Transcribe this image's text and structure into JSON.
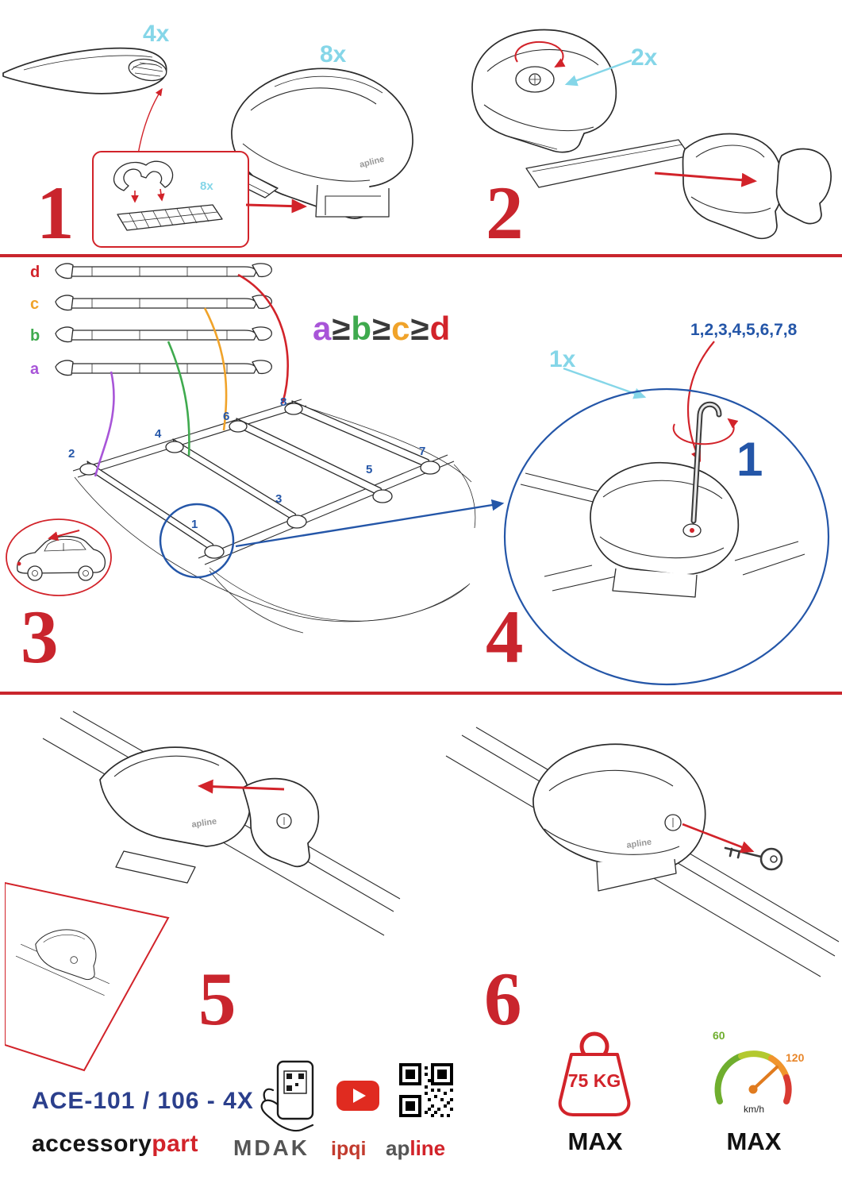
{
  "colors": {
    "red": "#c9252d",
    "cyan": "#85d6e8",
    "blue": "#2456a8",
    "purple": "#a855d8",
    "green": "#3faa4e",
    "orange": "#f0a32a"
  },
  "labels": {
    "foot_logo": "apline"
  },
  "step1": {
    "number": "1",
    "bar_qty": "4x",
    "foot_qty": "8x",
    "pad_qty": "8x"
  },
  "step2": {
    "number": "2",
    "qty": "2x"
  },
  "step3": {
    "number": "3",
    "bar_labels": [
      "d",
      "c",
      "b",
      "a"
    ],
    "formula": {
      "a": "a",
      "ge1": "≥",
      "b": "b",
      "ge2": "≥",
      "c": "c",
      "ge3": "≥",
      "d": "d"
    },
    "positions": [
      "1",
      "2",
      "3",
      "4",
      "5",
      "6",
      "7",
      "8"
    ]
  },
  "step4": {
    "number": "4",
    "qty": "1x",
    "sequence": "1,2,3,4,5,6,7,8",
    "callout_number": "1"
  },
  "step5": {
    "number": "5"
  },
  "step6": {
    "number": "6"
  },
  "footer": {
    "model": "ACE-101 / 106 - 4X",
    "brand": {
      "black": "accessory",
      "red": "part"
    },
    "logos": {
      "mdak": "MDAK",
      "ipqi": "ipqi",
      "ap": "ap",
      "line": "line"
    },
    "weight": {
      "value": "75 KG",
      "max": "MAX"
    },
    "speed": {
      "low": "60",
      "high": "120",
      "unit": "km/h",
      "max": "MAX"
    }
  }
}
